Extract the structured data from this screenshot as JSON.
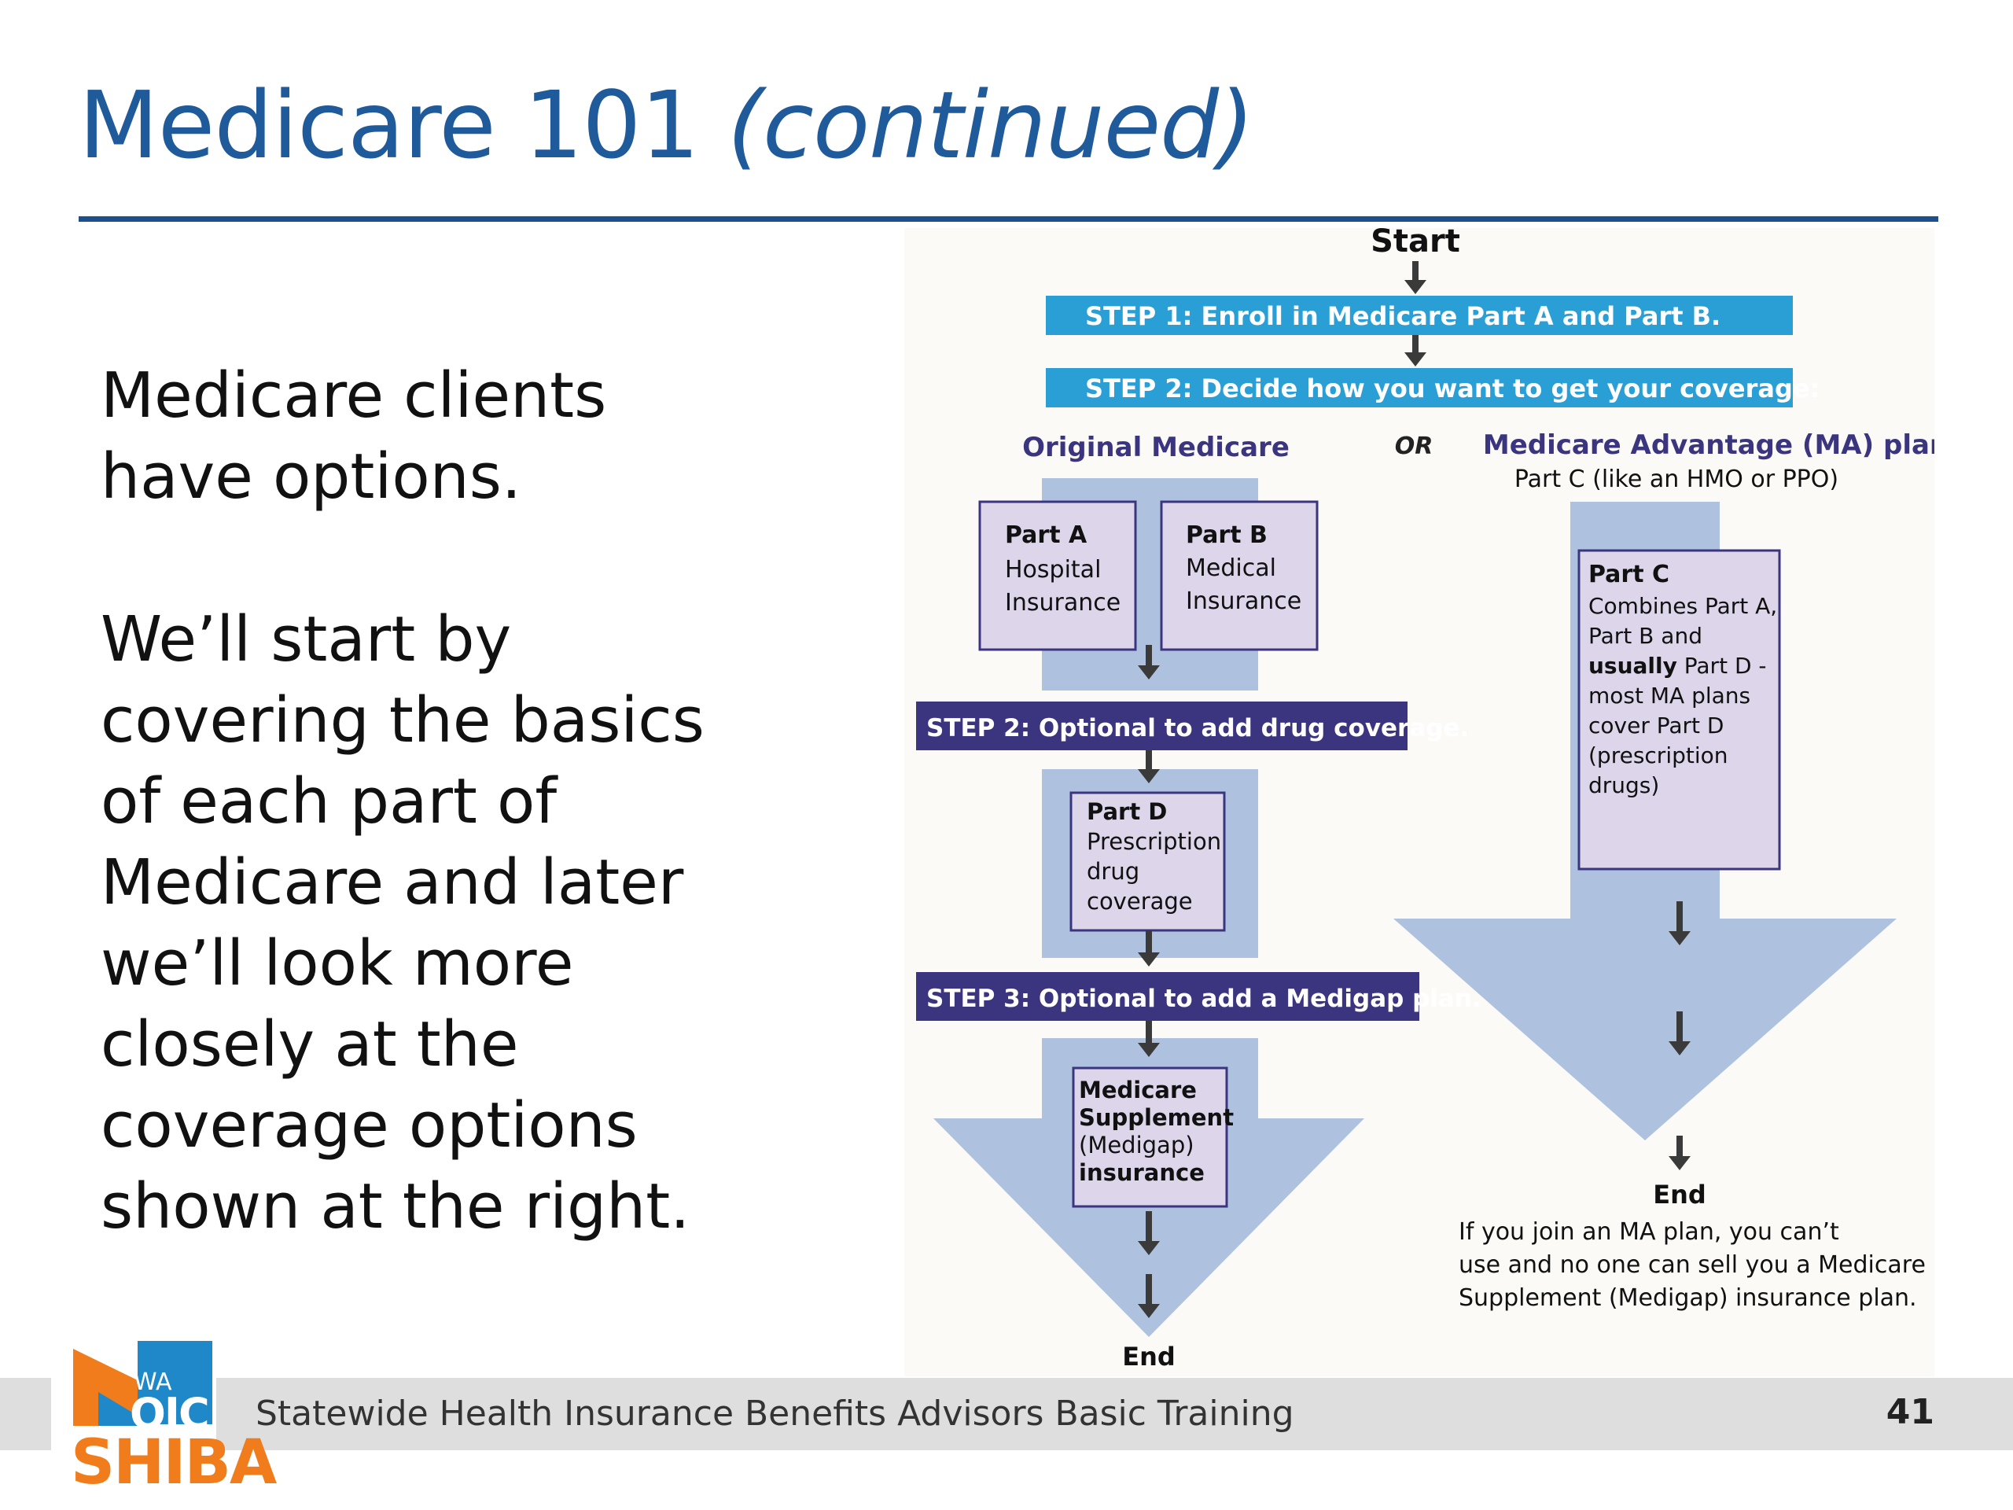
{
  "slide": {
    "title_main": "Medicare 101 ",
    "title_italic": "(continued)",
    "paragraph1": "Medicare clients have options.",
    "paragraph2": "We’ll start by covering the basics of each part of Medicare and later we’ll look more closely at the coverage options shown at the right.",
    "footer_text": "Statewide Health Insurance Benefits Advisors Basic Training",
    "page_number": "41",
    "logo": {
      "wa": "WA",
      "oic": "OIC",
      "shiba": "SHIBA"
    }
  },
  "flowchart": {
    "start": "Start",
    "step1": "STEP 1: Enroll in Medicare Part A and Part B.",
    "step2": "STEP 2: Decide how you want to get your coverage:",
    "original_medicare": "Original Medicare",
    "or": "OR",
    "ma_title": "Medicare Advantage (MA) plan",
    "ma_subtitle": "Part C (like an HMO or PPO)",
    "part_a": {
      "title": "Part A",
      "lines": [
        "Hospital",
        "Insurance"
      ]
    },
    "part_b": {
      "title": "Part B",
      "lines": [
        "Medical",
        "Insurance"
      ]
    },
    "part_c": {
      "title": "Part C",
      "lines": [
        "Combines Part A,",
        "Part B and"
      ],
      "bold_word": "usually",
      "after_bold": " Part D -",
      "lines2": [
        "most MA plans",
        "cover Part D",
        "(prescription",
        "drugs)"
      ]
    },
    "step2_drug": "STEP 2: Optional to add drug coverage.",
    "part_d": {
      "title": "Part D",
      "lines": [
        "Prescription",
        "drug",
        "coverage"
      ]
    },
    "step3": "STEP 3: Optional to add a Medigap plan.",
    "medigap": {
      "line1": "Medicare",
      "line2": "Supplement",
      "line3": "(Medigap)",
      "line4": "insurance"
    },
    "end_left": "End",
    "end_right": "End",
    "ma_note": [
      "If you join an MA plan, you can’t",
      "use and no one can sell you a Medicare",
      "Supplement (Medigap) insurance plan."
    ],
    "colors": {
      "step_blue": "#2a9fd6",
      "step_purple": "#3b3580",
      "arrow_fill": "#aec2df",
      "box_fill": "#ddd5ea",
      "box_border": "#3b3580",
      "heading": "#3b3580"
    }
  }
}
